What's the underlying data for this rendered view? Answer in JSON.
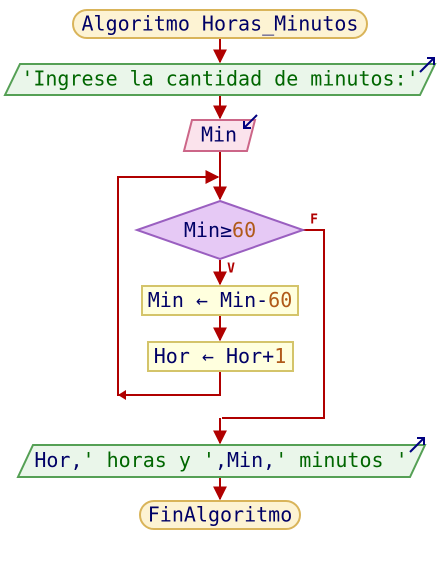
{
  "colors": {
    "line": "#b00000",
    "terminal_fill": "#fdf3d3",
    "terminal_stroke": "#d9b45a",
    "io_fill": "#eaf6ea",
    "io_stroke": "#55a055",
    "input_fill": "#fbe3ec",
    "input_stroke": "#cc6688",
    "decision_fill": "#e6c9f5",
    "decision_stroke": "#9a5fc0",
    "process_fill": "#ffffde",
    "process_stroke": "#d4c46a",
    "text": "#000066",
    "number": "#b05a1a",
    "string": "#006600",
    "arrow_icon": "#000080"
  },
  "flowchart": {
    "start_label": "Algoritmo Horas_Minutos",
    "output1": "'Ingrese la cantidad de minutos:'",
    "input_var": "Min",
    "decision": {
      "var": "Min",
      "op": "≥",
      "num": "60"
    },
    "true_label": "V",
    "false_label": "F",
    "process1": {
      "lhs": "Min",
      "arrow": "←",
      "var": "Min",
      "op": "-",
      "num": "60"
    },
    "process2": {
      "lhs": "Hor",
      "arrow": "←",
      "var": "Hor",
      "op": "+",
      "num": "1"
    },
    "output2": {
      "v1": "Hor",
      "s1": "' horas y '",
      "v2": "Min",
      "s2": "' minutos '",
      "comma": ","
    },
    "end_label": "FinAlgoritmo"
  }
}
